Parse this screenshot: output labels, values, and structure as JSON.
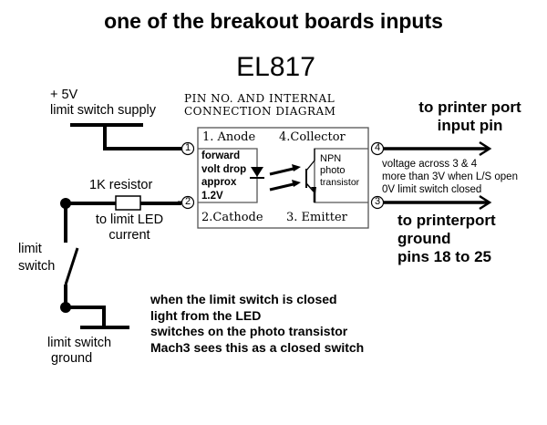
{
  "title": "one of the breakout boards inputs",
  "part_number": "EL817",
  "supply": {
    "line1": "+ 5V",
    "line2": "limit switch supply"
  },
  "datasheet_header": {
    "line1": "PIN NO.  AND  INTERNAL",
    "line2": "CONNECTION  DIAGRAM"
  },
  "pins": {
    "p1": "1. Anode",
    "p2": "2.Cathode",
    "p3": "3. Emitter",
    "p4": "4.Collector",
    "n1": "1",
    "n2": "2",
    "n3": "3",
    "n4": "4"
  },
  "led_note": [
    "forward",
    "volt drop",
    "approx",
    "1.2V"
  ],
  "transistor_note": [
    "NPN",
    "photo",
    "transistor"
  ],
  "resistor": {
    "label": "1K resistor",
    "note_line1": "to limit LED",
    "note_line2": "current"
  },
  "limit_switch": {
    "line1": "limit",
    "line2": "switch"
  },
  "ground_label": {
    "line1": "limit switch",
    "line2": "ground"
  },
  "output_input_pin": {
    "line1": "to printer port",
    "line2": "input pin"
  },
  "voltage_note": [
    "voltage across 3 & 4",
    "more than 3V when L/S open",
    "0V limit switch closed"
  ],
  "output_ground": {
    "line1": "to printerport",
    "line2": "ground",
    "line3": "pins 18 to 25"
  },
  "explanation": [
    "when the limit switch is closed",
    "light from the LED",
    "switches on the photo transistor",
    "Mach3 sees this as a closed switch"
  ]
}
